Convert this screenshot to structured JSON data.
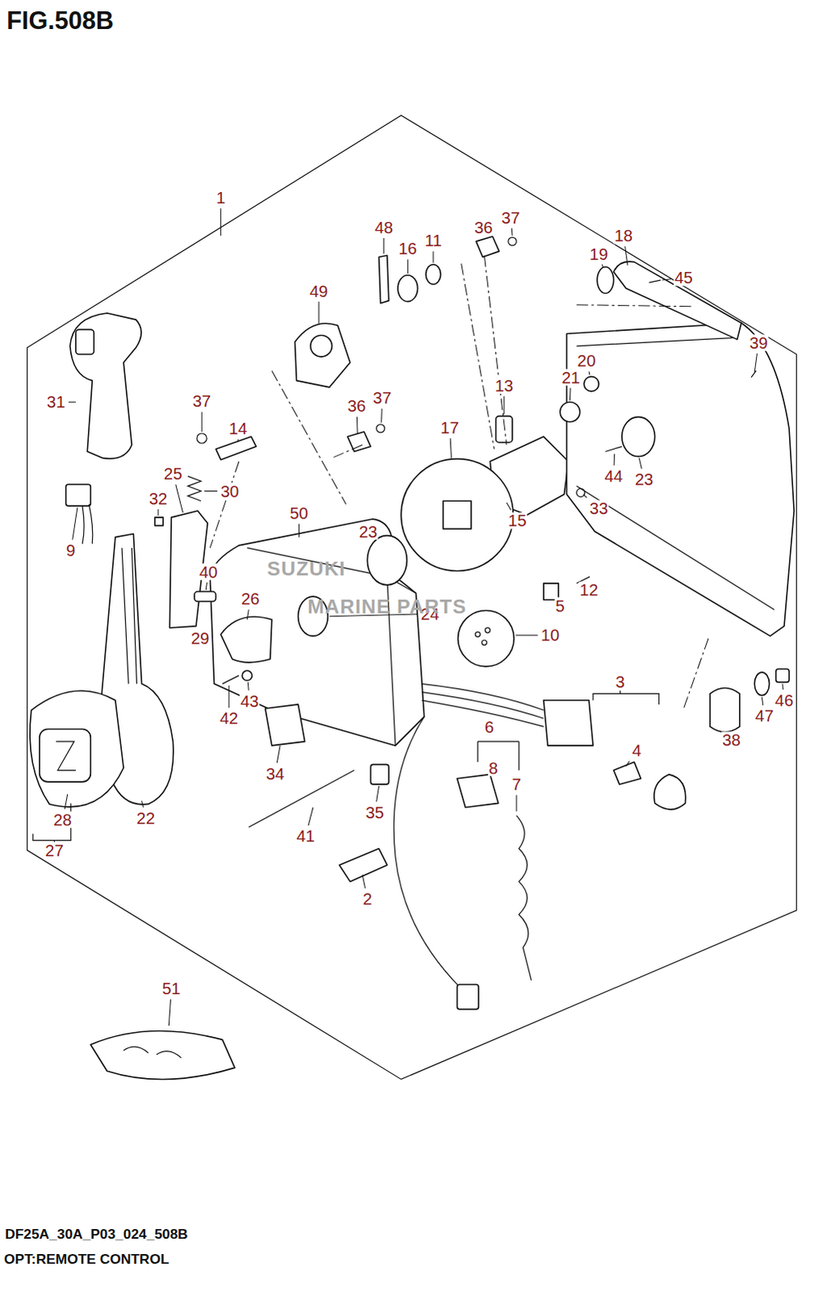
{
  "diagram": {
    "title": "FIG.508B",
    "caption": "OPT:REMOTE CONTROL",
    "labels": [
      "1",
      "48",
      "16",
      "11",
      "36",
      "37",
      "18",
      "19",
      "45",
      "49",
      "39",
      "20",
      "21",
      "31",
      "37",
      "36",
      "37",
      "14",
      "13",
      "17",
      "25",
      "30",
      "32",
      "44",
      "23",
      "50",
      "23",
      "33",
      "15",
      "9",
      "40",
      "26",
      "12",
      "5",
      "24",
      "10",
      "29",
      "42",
      "43",
      "3",
      "6",
      "4",
      "8",
      "7",
      "22",
      "28",
      "27",
      "34",
      "35",
      "41",
      "2",
      "38",
      "47",
      "46",
      "51",
      "SUZUKI",
      "MARINE PARTS",
      "DF25A_30A_P03_024_508B"
    ]
  }
}
